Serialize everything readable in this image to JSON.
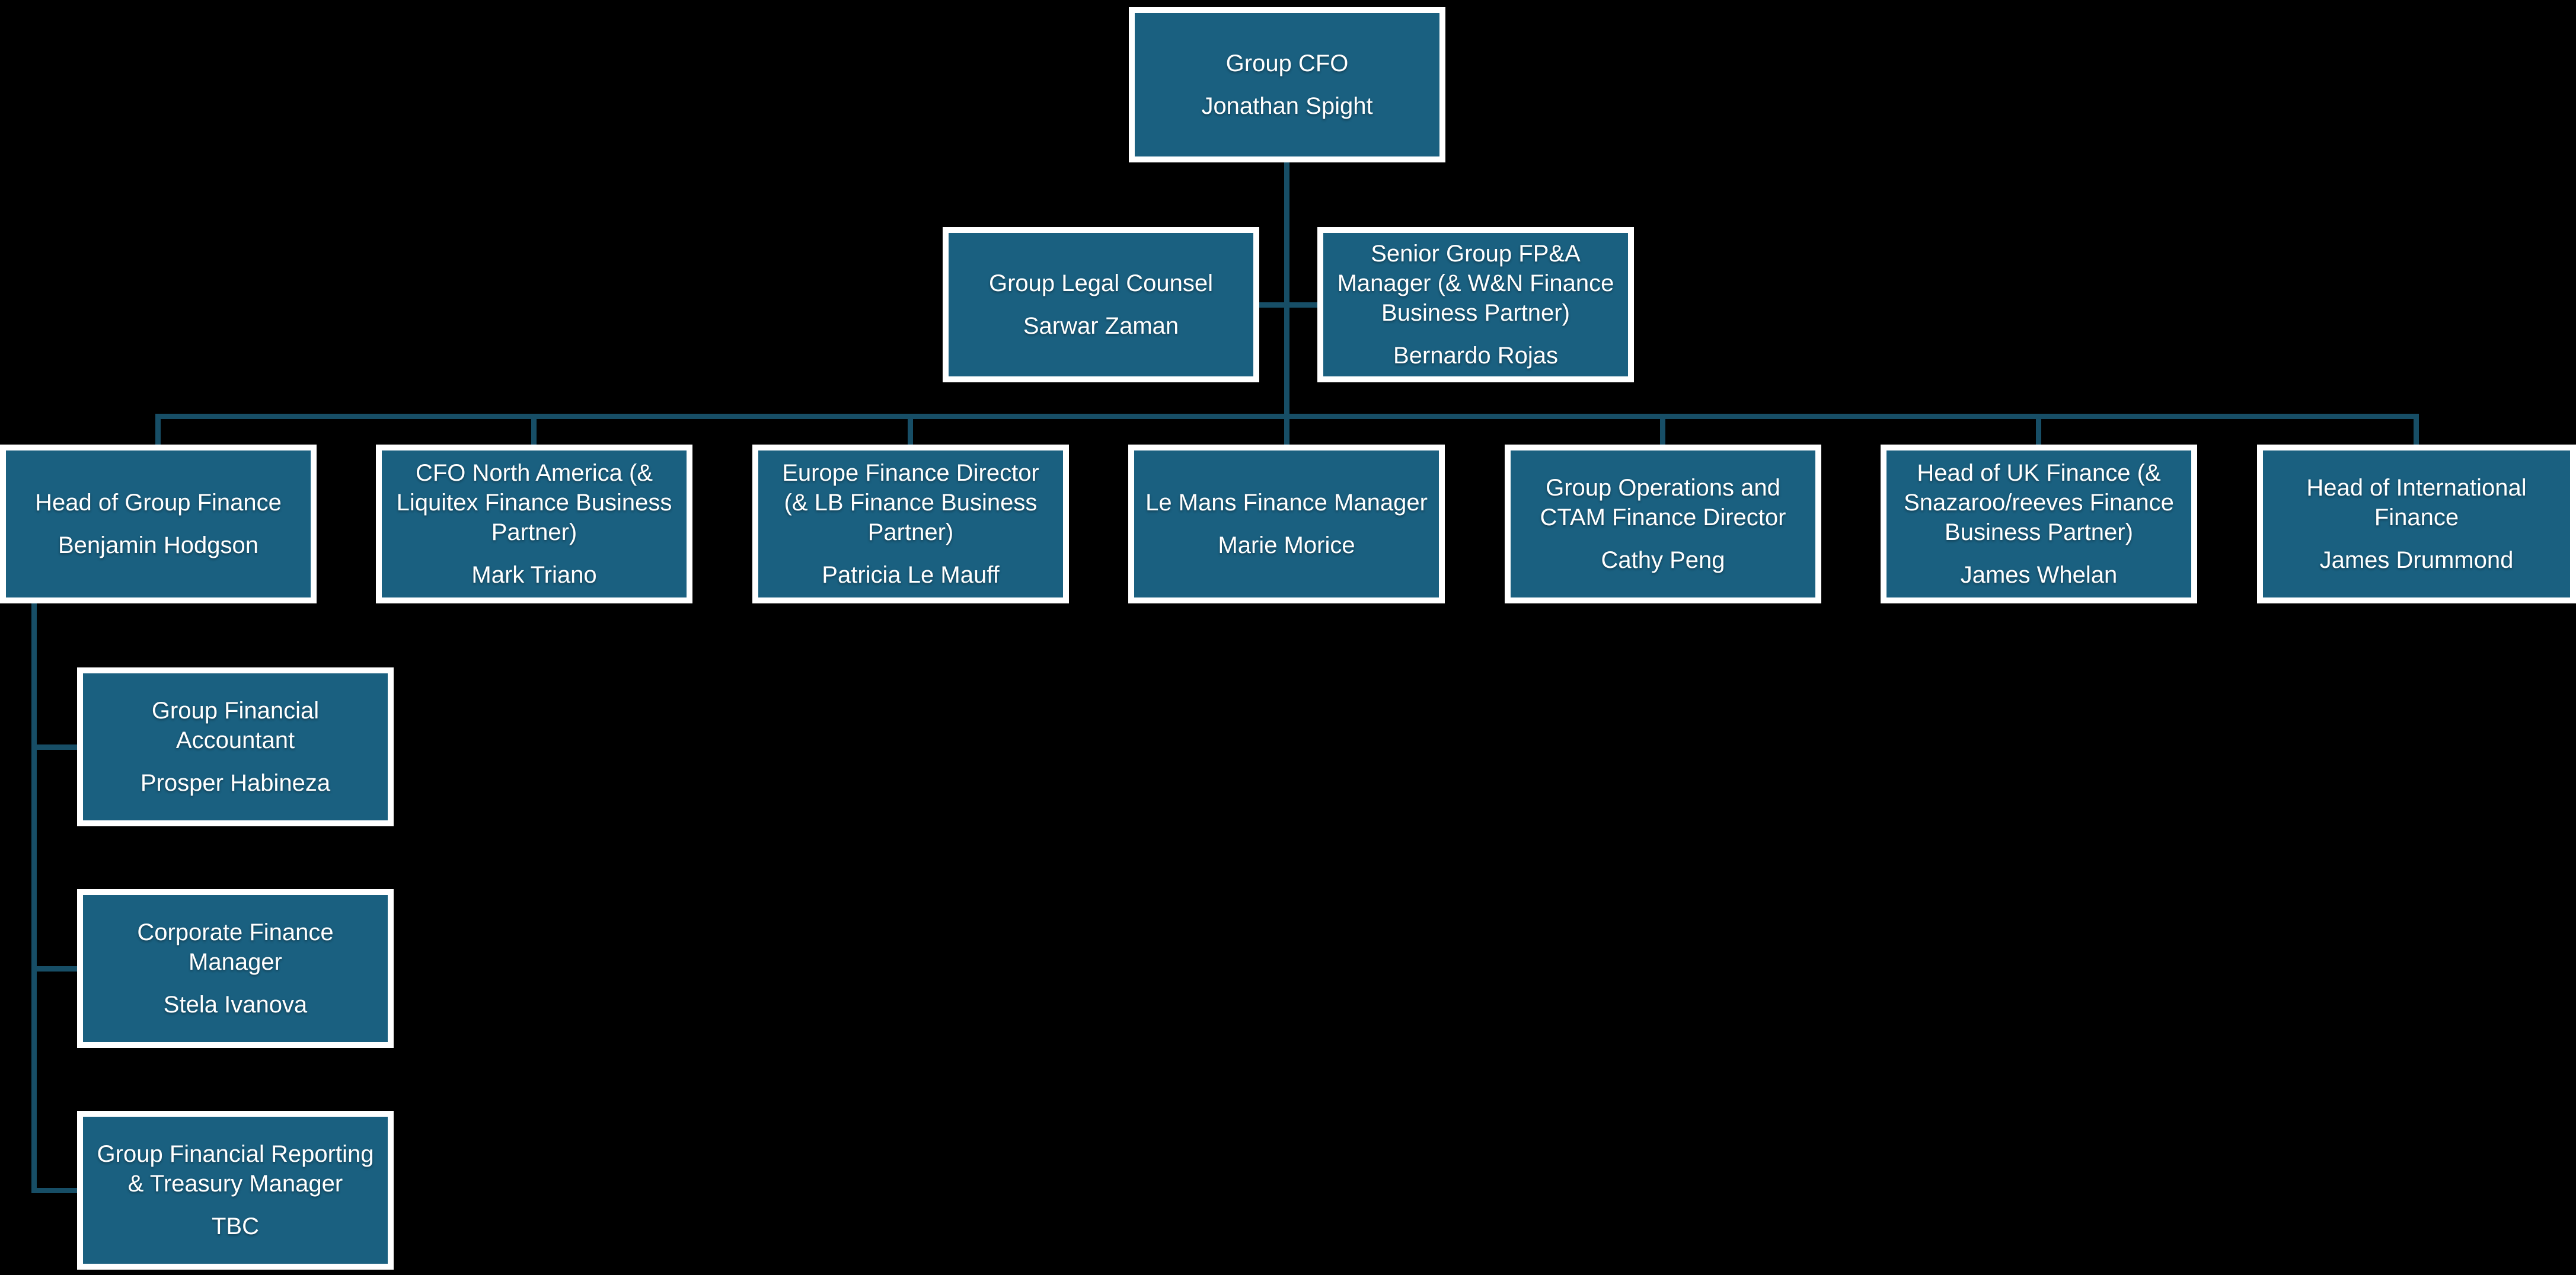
{
  "palette": {
    "background": "#000000",
    "box_fill": "#1A6080",
    "box_border": "#FFFFFF",
    "connector": "#174E66",
    "text": "#FFFFFF"
  },
  "nodes": {
    "root": {
      "title": "Group CFO",
      "name": "Jonathan Spight"
    },
    "legal": {
      "title": "Group Legal Counsel",
      "name": "Sarwar Zaman"
    },
    "fpa": {
      "title": "Senior Group FP&A\nManager (& W&N Finance\nBusiness Partner)",
      "name": "Bernardo Rojas"
    },
    "group_finance": {
      "title": "Head of Group Finance",
      "name": "Benjamin Hodgson"
    },
    "cfo_na": {
      "title": "CFO North America (&\nLiquitex Finance Business\nPartner)",
      "name": "Mark Triano"
    },
    "europe_fd": {
      "title": "Europe Finance Director\n(& LB Finance Business\nPartner)",
      "name": "Patricia Le Mauff"
    },
    "le_mans": {
      "title": "Le Mans Finance Manager",
      "name": "Marie Morice"
    },
    "group_ops": {
      "title": "Group Operations and\nCTAM Finance Director",
      "name": "Cathy Peng"
    },
    "uk_finance": {
      "title": "Head of UK Finance (&\nSnazaroo/reeves Finance\nBusiness Partner)",
      "name": "James Whelan"
    },
    "intl_finance": {
      "title": "Head of International\nFinance",
      "name": "James Drummond"
    },
    "group_financial_accountant": {
      "title": "Group Financial\nAccountant",
      "name": "Prosper Habineza"
    },
    "corporate_finance_manager": {
      "title": "Corporate Finance\nManager",
      "name": "Stela Ivanova"
    },
    "group_financial_reporting": {
      "title": "Group Financial Reporting\n& Treasury Manager",
      "name": "TBC"
    }
  }
}
